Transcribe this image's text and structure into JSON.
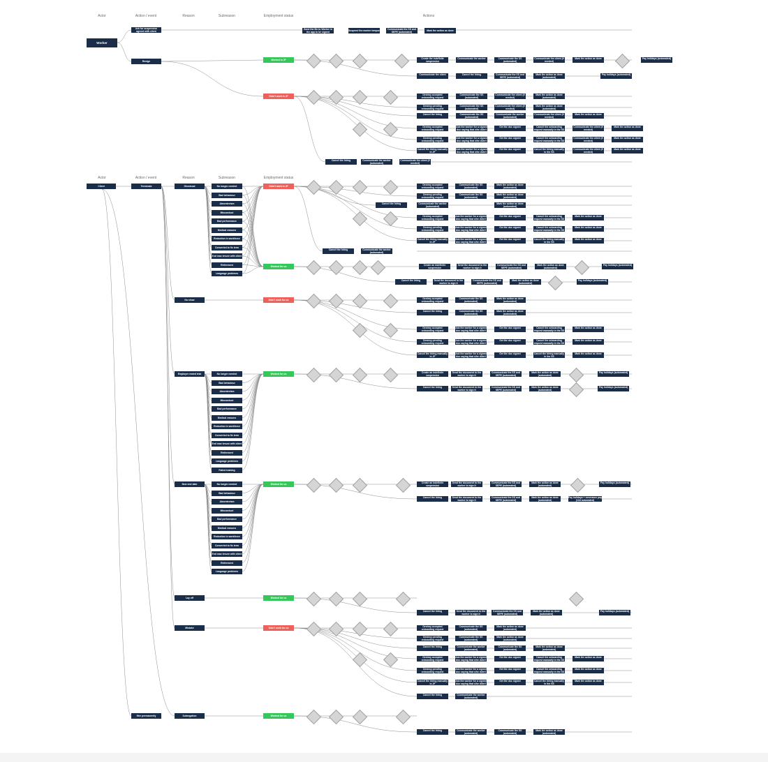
{
  "headers_top": {
    "actor": "Actor",
    "action_event": "Action / event",
    "reason": "Reason",
    "subreason": "Subreason",
    "employment_status": "Employment status",
    "actions": "Actions"
  },
  "headers_mid": {
    "actor": "Actor",
    "action_event": "Action / event",
    "reason": "Reason",
    "subreason": "Subreason",
    "employment_status": "Employment status"
  },
  "actors": {
    "worker": "Worker",
    "client": "Client"
  },
  "worker_events": {
    "ask_suspension": "Ask for suspension agreed with client",
    "resign": "Resign"
  },
  "status": {
    "worked_in_jf": "Worked in JF",
    "didnt_work_jf": "Didn't work in JF",
    "didnt_work_in_jf": "Didn't work in JF",
    "worked_for_us": "Worked for us",
    "didnt_work_for_us": "Didn't work for us"
  },
  "worker_suspension_actions": {
    "a1": "Send the file to Worker in the app to be signed",
    "a2": "Suspend the worker temporarily",
    "a3": "Communicate the SS and SEPE (automated)",
    "a4": "Mark the action as done"
  },
  "resign_worked_actions": {
    "row1": [
      "Create the indefinite suspension",
      "Communicate the worker",
      "Communicate the SS (automated)",
      "Communicate the client (if needed)",
      "Mark the action as done",
      "Pay holidays (automated)"
    ],
    "row2": [
      "Communicate the client",
      "Cancel the hiring",
      "Communicate the SS and SEPE (automated)",
      "Mark the action as done (automated)",
      "Pay holidays (automated)"
    ]
  },
  "resign_didnt_actions": {
    "r1": [
      "Destroy accepted onboarding request",
      "Communicate the SS (automated)",
      "Communicate the client (if needed)",
      "Mark the action as done (automated)"
    ],
    "r2": [
      "Destroy pending onboarding request",
      "Communicate the SS (automated)",
      "Communicate the client (if needed)",
      "Mark the action as done (automated)"
    ],
    "r3": [
      "Cancel the hiring",
      "Communicate the SS (automated)",
      "Communicate the worker (automated)",
      "Communicate the client (if needed)",
      "Mark the action as done"
    ],
    "r4": [
      "Destroy accepted onboarding request manually",
      "Ask the worker for a signed doc saying that s/he didn't work",
      "Get the doc signed",
      "Cancel the onboarding request manually in the SS",
      "Communicate the client (if needed)",
      "Mark the action as done"
    ],
    "r5": [
      "Destroy pending onboarding request manually",
      "Ask the worker for a signed doc saying that s/he didn't work",
      "Get the doc signed",
      "Cancel the onboarding request manually in the SS",
      "Communicate the client (if needed)",
      "Mark the action as done"
    ],
    "r6": [
      "Cancel the hiring manually in JF",
      "Ask the worker for a signed doc saying that s/he didn't work",
      "Get the doc signed",
      "Cancel the hiring manually in the SS",
      "Communicate the client (if needed)",
      "Mark the action as done"
    ],
    "r7": [
      "Cancel the hiring",
      "Communicate the worker (automated)",
      "Communicate the client (if needed)"
    ]
  },
  "client_events": {
    "terminate": "Terminate",
    "hire_permanently": "Hire permanently"
  },
  "reasons": {
    "dismissal": "Dismissal",
    "no_show": "No show",
    "employer_end_trial": "Employer ended trial",
    "new_end_date": "New end date",
    "lay_off": "Lay off",
    "mistake": "Mistake",
    "subrogation": "Subrogation"
  },
  "subreasons_dismissal": [
    "No longer needed",
    "Bad behaviour",
    "Absenteeism",
    "Misconduct",
    "Bad performance",
    "Medical reasons",
    "Reduction in workforce",
    "Converted to fix term",
    "End max tenure with client",
    "Retirement",
    "Language problems"
  ],
  "subreasons_trial": [
    "No longer needed",
    "Bad behaviour",
    "Absenteeism",
    "Misconduct",
    "Bad performance",
    "Medical reasons",
    "Reduction in workforce",
    "Converted to fix term",
    "End max tenure with client",
    "Retirement",
    "Language problems",
    "Failed training"
  ],
  "subreasons_newend": [
    "No longer needed",
    "Bad behaviour",
    "Absenteeism",
    "Misconduct",
    "Bad performance",
    "Medical reasons",
    "Reduction in workforce",
    "Converted to fix term",
    "End max tenure with client",
    "Retirement",
    "Language problems"
  ],
  "client_actions": {
    "destroy_accepted": "Destroy accepted onboarding request",
    "destroy_pending": "Destroy pending onboarding request",
    "cancel_hiring": "Cancel the hiring",
    "comm_ss": "Communicate the SS (automated)",
    "comm_worker": "Communicate the worker (automated)",
    "mark_done_auto": "Mark the action as done (automated)",
    "mark_done": "Mark the action as done",
    "destroy_accepted_manual": "Destroy accepted onboarding request manually",
    "destroy_pending_manual": "Destroy pending onboarding request manually",
    "ask_signed": "Ask the worker for a signed doc saying that s/he didn't work",
    "get_signed": "Get the doc signed",
    "cancel_onb_manual": "Cancel the onboarding request manually in the SS",
    "cancel_hiring_manual_jf": "Cancel the hiring manually in JF",
    "cancel_hiring_manual_ss": "Cancel the hiring manually in the SS",
    "create_indef": "Create an indefinite suspension",
    "send_doc": "Send the document to the worker to sign it",
    "comm_ss_sepe": "Communicate the SS and SEPE (automated)",
    "pay_holidays": "Pay holidays (automated)",
    "pay_holidays_comp": "Pay holidays + severance pay (12d automated)",
    "comm_the_ss": "Communicate the SS (automated)"
  }
}
